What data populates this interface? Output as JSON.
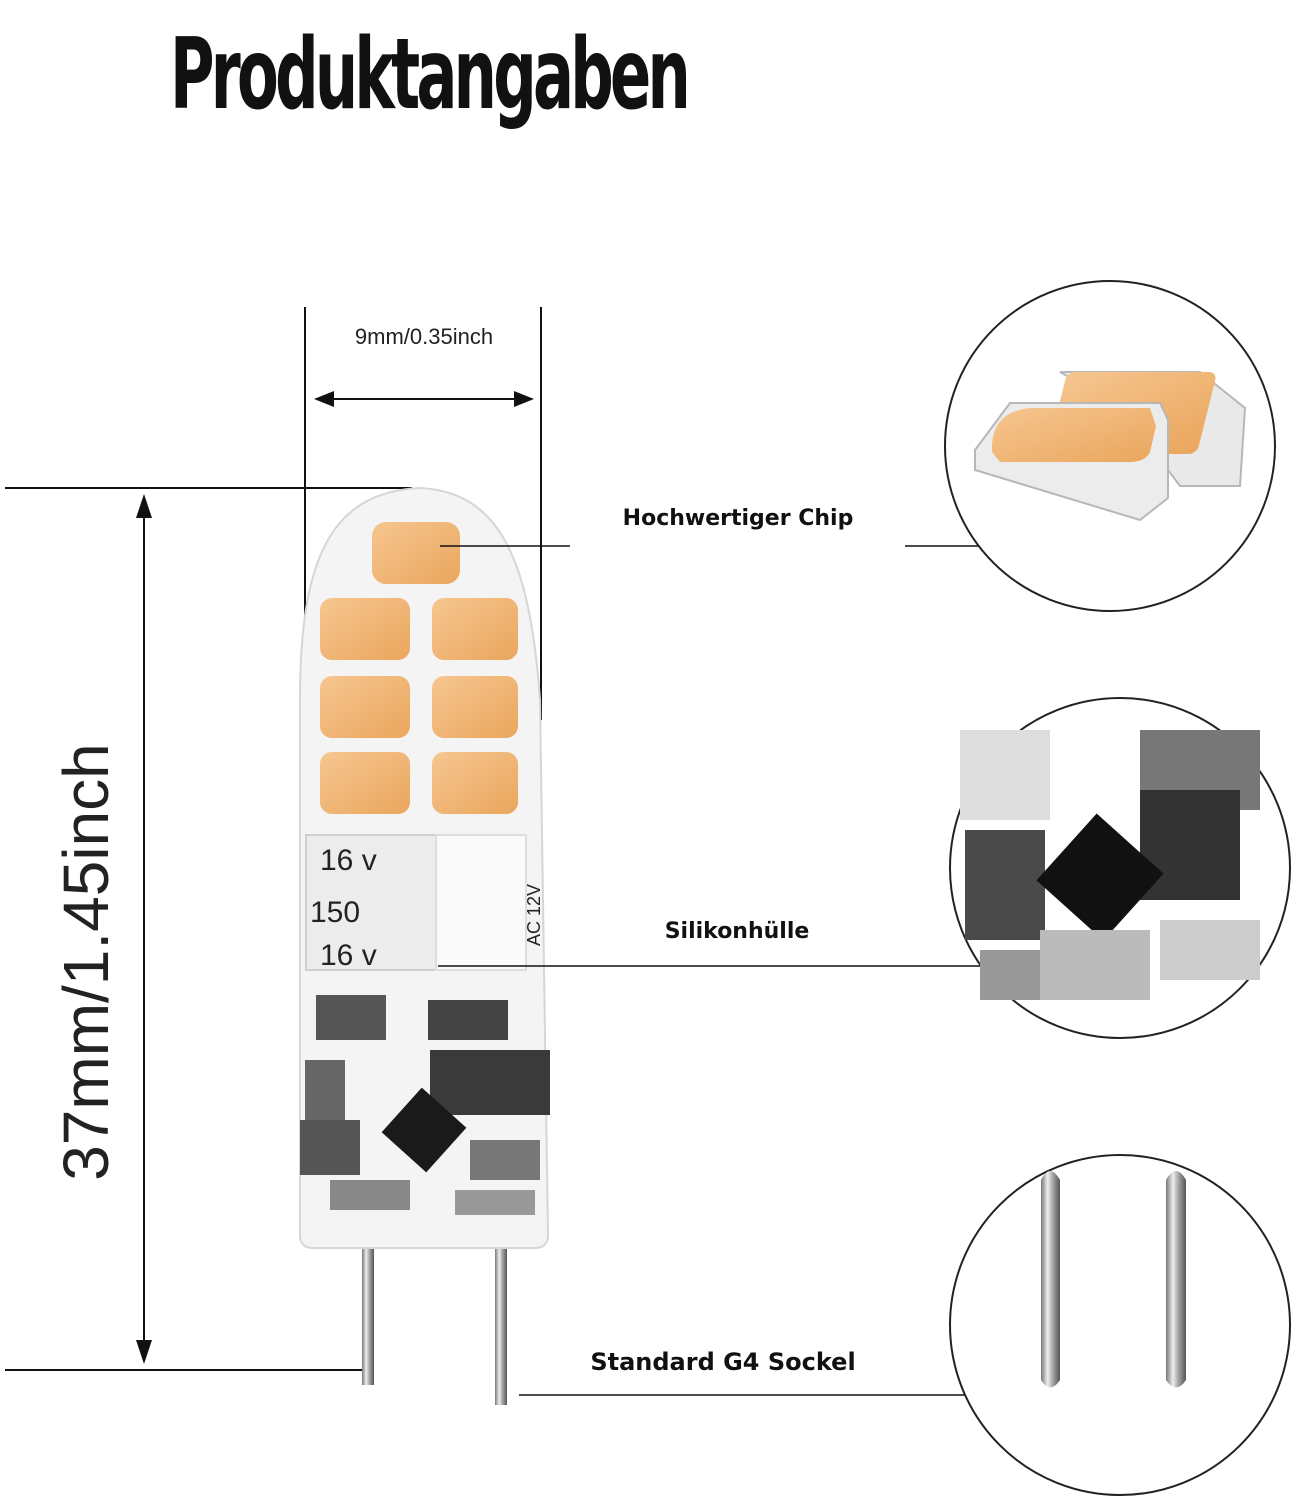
{
  "title": "Produktangaben",
  "dimensions": {
    "width": "9mm/0.35inch",
    "height": "37mm/1.45inch"
  },
  "callouts": {
    "chip": "Hochwertiger Chip",
    "shell": "Silikonhülle",
    "socket": "Standard G4 Sockel"
  },
  "bulb_print": {
    "line1": "16 v",
    "line2": "150",
    "line3": "16 v",
    "side": "AC 12V"
  },
  "colors": {
    "led": "#f3b877",
    "line": "#111111"
  }
}
